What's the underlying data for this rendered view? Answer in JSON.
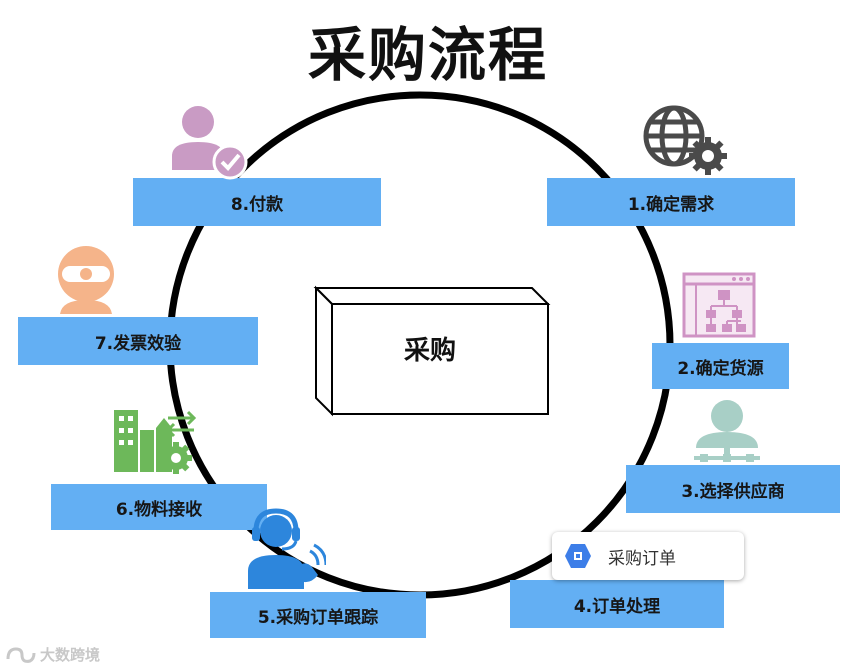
{
  "title": "采购流程",
  "center_label": "采购",
  "steps": [
    {
      "label": "1.确定需求"
    },
    {
      "label": "2.确定货源"
    },
    {
      "label": "3.选择供应商"
    },
    {
      "label": "4.订单处理"
    },
    {
      "label": "5.采购订单跟踪"
    },
    {
      "label": "6.物料接收"
    },
    {
      "label": "7.发票效验"
    },
    {
      "label": "8.付款"
    }
  ],
  "order_tag": {
    "label": "采购订单",
    "icon": "chip-icon"
  },
  "watermark": {
    "text": "大数跨境"
  },
  "colors": {
    "step_box": "#63aff3",
    "ring": "#000000"
  },
  "icons": [
    "globe-gear-icon",
    "flowchart-window-icon",
    "network-user-icon",
    "chip-icon",
    "headset-agent-icon",
    "factory-gear-icon",
    "webcam-icon",
    "user-check-icon"
  ]
}
